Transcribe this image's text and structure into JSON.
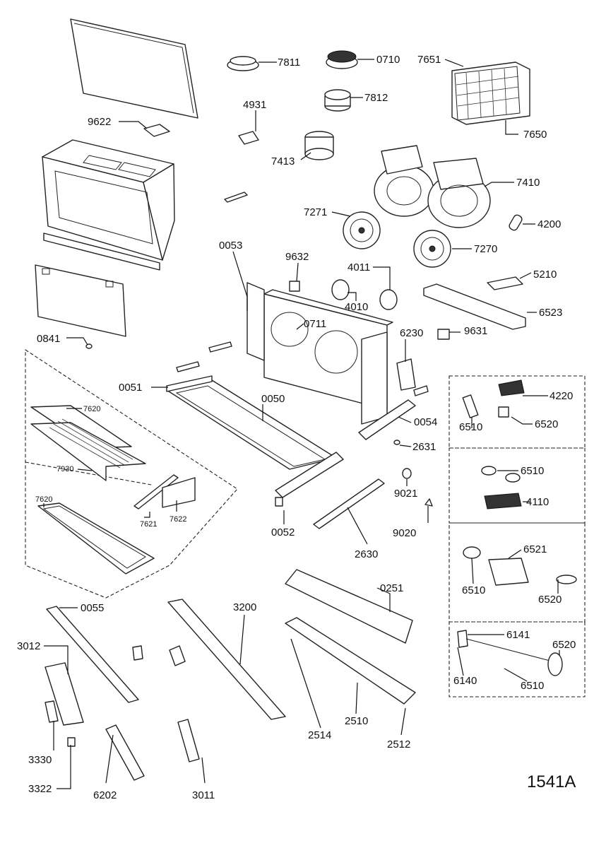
{
  "drawing_number": "1541A",
  "callouts": {
    "c7811": "7811",
    "c0710": "0710",
    "c7651": "7651",
    "c7812": "7812",
    "c4931": "4931",
    "c9622": "9622",
    "c7650": "7650",
    "c7413": "7413",
    "c7410": "7410",
    "c7271": "7271",
    "c4200": "4200",
    "c7270": "7270",
    "c0053": "0053",
    "c9632": "9632",
    "c4011": "4011",
    "c5210": "5210",
    "c4010": "4010",
    "c6523": "6523",
    "c0711": "0711",
    "c6230": "6230",
    "c9631": "9631",
    "c0841": "0841",
    "c0051": "0051",
    "c0050": "0050",
    "c4220": "4220",
    "c7620a": "7620",
    "c6510a": "6510",
    "c6520a": "6520",
    "c0054": "0054",
    "c2631": "2631",
    "c7930": "7930",
    "c6510b": "6510",
    "c9021": "9021",
    "c4110": "4110",
    "c7620b": "7620",
    "c7621": "7621",
    "c7622": "7622",
    "c0052": "0052",
    "c9020": "9020",
    "c2630": "2630",
    "c6521": "6521",
    "c6510c": "6510",
    "c6520c": "6520",
    "c0251": "0251",
    "c0055": "0055",
    "c3200": "3200",
    "c6141": "6141",
    "c3012": "3012",
    "c6520d": "6520",
    "c6140": "6140",
    "c6510d": "6510",
    "c2510": "2510",
    "c2514": "2514",
    "c2512": "2512",
    "c3330": "3330",
    "c3322": "3322",
    "c6202": "6202",
    "c3011": "3011"
  }
}
